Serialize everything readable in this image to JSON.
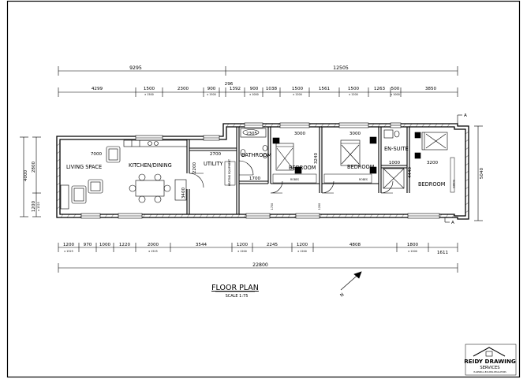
{
  "drawing": {
    "title": "FLOOR PLAN",
    "scale": "SCALE 1:75",
    "north_label": "N"
  },
  "rooms": {
    "living": "LIVING SPACE",
    "kitchen": "KITCHEN/DINING",
    "utility": "UTILITY",
    "bathroom": "BATHROOM",
    "bedroom1": "BEDROOM",
    "bedroom2": "BEDROOM",
    "ensuite": "EN-SUITE",
    "bedroom3": "BEDROOM",
    "heating": "HEATING EQUIPMENT",
    "robes1": "ROBES",
    "robes2": "ROBES",
    "robes3": "ROBES"
  },
  "dims_top": {
    "overall_left": "9295",
    "overall_right": "12505",
    "segments": [
      "4299",
      "1500",
      "2300",
      "900",
      "296",
      "1392",
      "900",
      "1038",
      "1500",
      "1561",
      "1500",
      "1263",
      "500",
      "3850"
    ],
    "subs": [
      "x 1500",
      "x 1500",
      "x 1000",
      "x 1200",
      "x 1200",
      "x 1000"
    ]
  },
  "dims_bottom": {
    "segments": [
      "1200",
      "970",
      "1000",
      "1220",
      "2000",
      "3544",
      "1200",
      "2245",
      "1200",
      "4808",
      "1800",
      "1611"
    ],
    "subs": [
      "x 1525",
      "x 1525",
      "x 1200",
      "x 1200",
      "x 1200"
    ],
    "overall": "22800"
  },
  "dims_left": {
    "total": "4000",
    "upper": "2800",
    "lower": "1200",
    "lower_sub": "x 1525"
  },
  "dims_right": {
    "total": "5040"
  },
  "dims_inner": {
    "living_w": "7000",
    "utility_w": "2700",
    "utility_h": "2200",
    "kitchen_h": "3400",
    "bath_w": "2305",
    "bath_h": "1700",
    "bed1_w": "3000",
    "bed1_h": "3240",
    "bed2_w": "3000",
    "ensuite_w": "1000",
    "ensuite_h": "4440",
    "bed3_w": "3200",
    "door_a": "1750",
    "door_b": "1200"
  },
  "section_markers": {
    "top": "A",
    "bottom": "A"
  },
  "logo": {
    "name": "REIDY DRAWING",
    "sub": "SERVICES",
    "tagline": "PLANNING & BUILDING REGULATIONS"
  }
}
